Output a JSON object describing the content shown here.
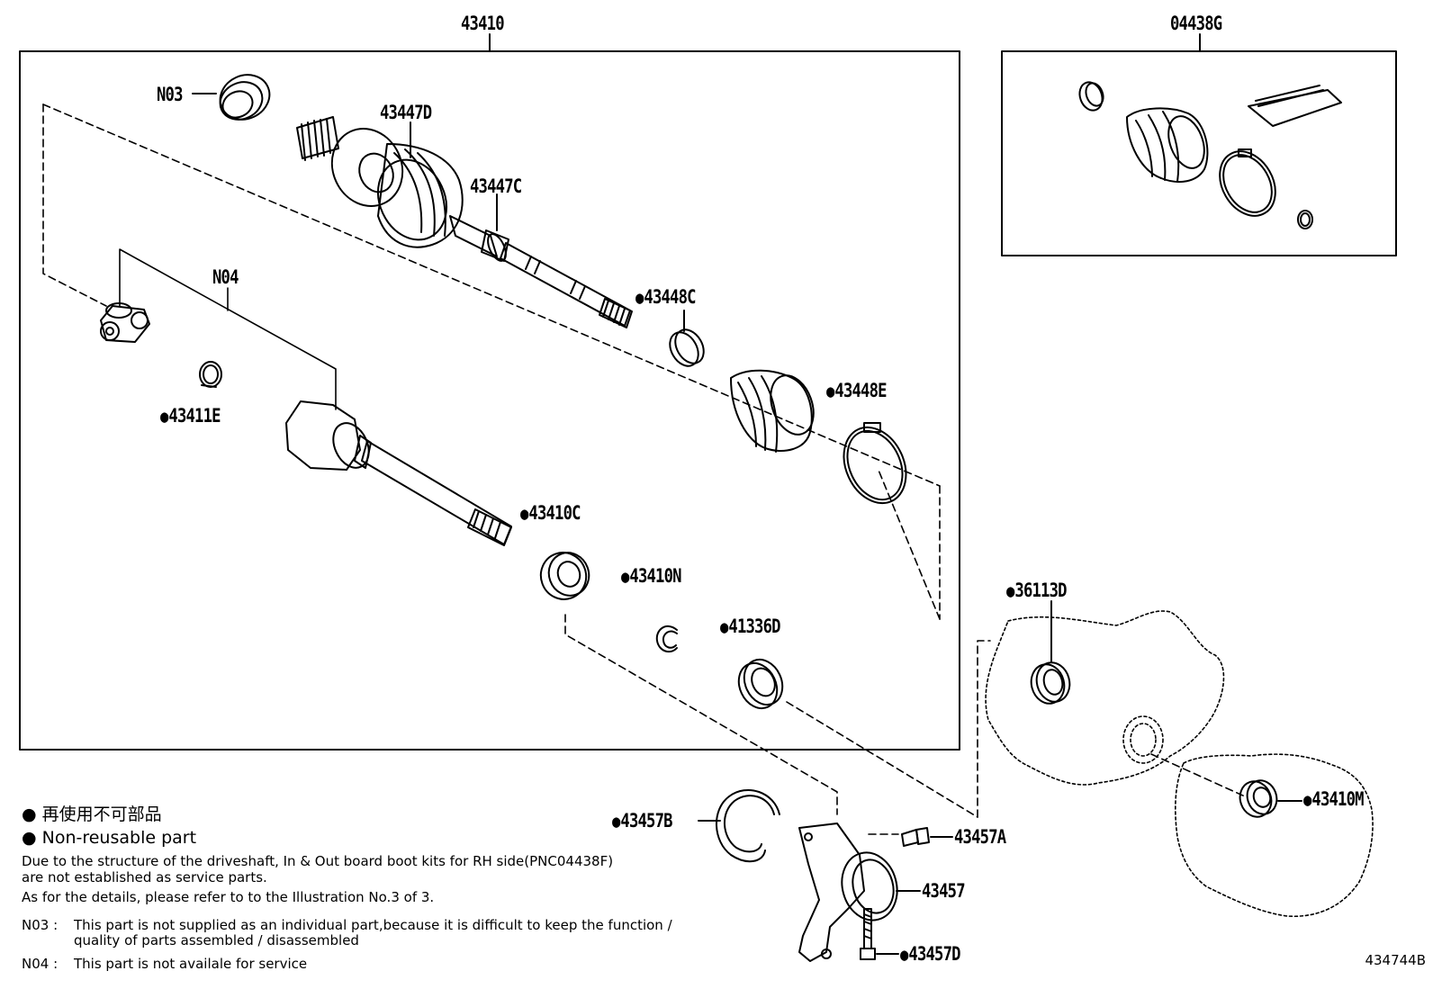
{
  "labels": {
    "main_assembly": "43410",
    "boot_kit": "04438G",
    "n03": "N03",
    "n04": "N04",
    "p43447D": "43447D",
    "p43447C": "43447C",
    "p43448C": "43448C",
    "p43448E": "43448E",
    "p43411E": "43411E",
    "p43410C": "43410C",
    "p43410N": "43410N",
    "p41336D": "41336D",
    "p36113D": "36113D",
    "p43410M": "43410M",
    "p43457B": "43457B",
    "p43457A": "43457A",
    "p43457": "43457",
    "p43457D": "43457D"
  },
  "legend": {
    "jp": "● 再使用不可部品",
    "en": "● Non-reusable part",
    "line1": "Due to the structure of the driveshaft, In & Out board  boot kits for RH side(PNC04438F)",
    "line2": "are not established as service parts.",
    "line3": "As for the details, please refer to to the Illustration No.3 of 3.",
    "n03_code": "N03 :",
    "n03_text1": "This part is not supplied as an individual part,because it is difficult to keep the function /",
    "n03_text2": "quality of parts assembled / disassembled",
    "n04_code": "N04 :",
    "n04_text": "This part is not availale for service"
  },
  "illustration_ref": "434744B"
}
